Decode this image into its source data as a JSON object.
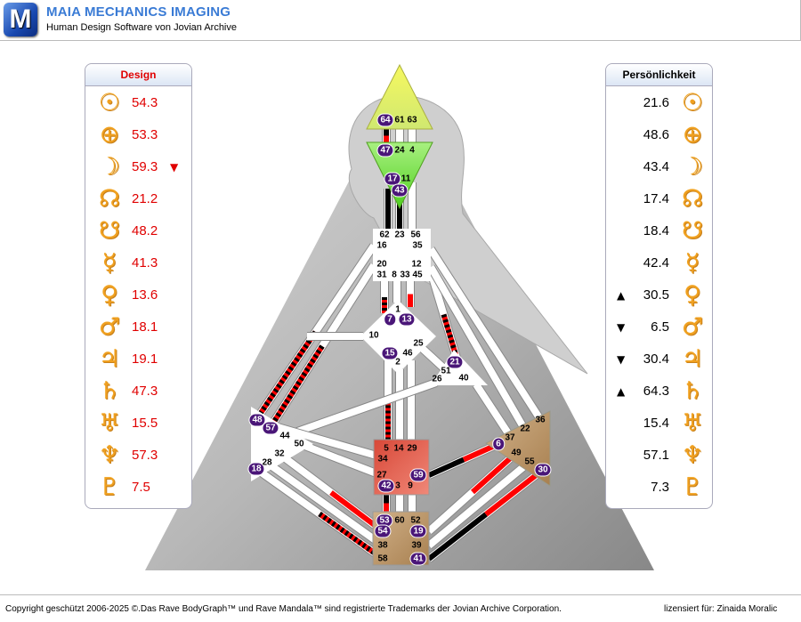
{
  "header": {
    "logo_letter": "M",
    "title": "MAIA MECHANICS IMAGING",
    "subtitle": "Human Design Software von Jovian Archive"
  },
  "design": {
    "title": "Design",
    "rows": [
      {
        "planet": "sun-icon",
        "glyph": "☉",
        "value": "54.3",
        "mark": ""
      },
      {
        "planet": "earth-icon",
        "glyph": "⊕",
        "value": "53.3",
        "mark": ""
      },
      {
        "planet": "moon-icon",
        "glyph": "☽",
        "value": "59.3",
        "mark": "▼"
      },
      {
        "planet": "north-node-icon",
        "glyph": "☊",
        "value": "21.2",
        "mark": ""
      },
      {
        "planet": "south-node-icon",
        "glyph": "☋",
        "value": "48.2",
        "mark": ""
      },
      {
        "planet": "mercury-icon",
        "glyph": "☿",
        "value": "41.3",
        "mark": ""
      },
      {
        "planet": "venus-icon",
        "glyph": "♀",
        "value": "13.6",
        "mark": ""
      },
      {
        "planet": "mars-icon",
        "glyph": "♂",
        "value": "18.1",
        "mark": ""
      },
      {
        "planet": "jupiter-icon",
        "glyph": "♃",
        "value": "19.1",
        "mark": ""
      },
      {
        "planet": "saturn-icon",
        "glyph": "♄",
        "value": "47.3",
        "mark": ""
      },
      {
        "planet": "uranus-icon",
        "glyph": "♅",
        "value": "15.5",
        "mark": ""
      },
      {
        "planet": "neptune-icon",
        "glyph": "♆",
        "value": "57.3",
        "mark": ""
      },
      {
        "planet": "pluto-icon",
        "glyph": "♇",
        "value": "7.5",
        "mark": ""
      }
    ]
  },
  "personality": {
    "title": "Persönlichkeit",
    "rows": [
      {
        "planet": "sun-icon",
        "glyph": "☉",
        "value": "21.6",
        "mark": ""
      },
      {
        "planet": "earth-icon",
        "glyph": "⊕",
        "value": "48.6",
        "mark": ""
      },
      {
        "planet": "moon-icon",
        "glyph": "☽",
        "value": "43.4",
        "mark": ""
      },
      {
        "planet": "north-node-icon",
        "glyph": "☊",
        "value": "17.4",
        "mark": ""
      },
      {
        "planet": "south-node-icon",
        "glyph": "☋",
        "value": "18.4",
        "mark": ""
      },
      {
        "planet": "mercury-icon",
        "glyph": "☿",
        "value": "42.4",
        "mark": ""
      },
      {
        "planet": "venus-icon",
        "glyph": "♀",
        "value": "30.5",
        "mark": "▲"
      },
      {
        "planet": "mars-icon",
        "glyph": "♂",
        "value": "6.5",
        "mark": "▼"
      },
      {
        "planet": "jupiter-icon",
        "glyph": "♃",
        "value": "30.4",
        "mark": "▼"
      },
      {
        "planet": "saturn-icon",
        "glyph": "♄",
        "value": "64.3",
        "mark": "▲"
      },
      {
        "planet": "uranus-icon",
        "glyph": "♅",
        "value": "15.4",
        "mark": ""
      },
      {
        "planet": "neptune-icon",
        "glyph": "♆",
        "value": "57.1",
        "mark": ""
      },
      {
        "planet": "pluto-icon",
        "glyph": "♇",
        "value": "7.3",
        "mark": ""
      }
    ]
  },
  "colors": {
    "design": "#ff0000",
    "personality": "#000000",
    "active_gate": "#4a1678",
    "head": "#e4f060",
    "ajna": "#70e040",
    "sacral": "#e05a4a",
    "solar_plexus": "#b8946a",
    "root": "#b8986a"
  },
  "gates": [
    {
      "n": "64",
      "active": true
    },
    {
      "n": "61",
      "active": false
    },
    {
      "n": "63",
      "active": false
    },
    {
      "n": "47",
      "active": true
    },
    {
      "n": "24",
      "active": false
    },
    {
      "n": "4",
      "active": false
    },
    {
      "n": "17",
      "active": true
    },
    {
      "n": "11",
      "active": false
    },
    {
      "n": "43",
      "active": true
    },
    {
      "n": "62",
      "active": false
    },
    {
      "n": "23",
      "active": false
    },
    {
      "n": "56",
      "active": false
    },
    {
      "n": "16",
      "active": false
    },
    {
      "n": "35",
      "active": false
    },
    {
      "n": "20",
      "active": false
    },
    {
      "n": "12",
      "active": false
    },
    {
      "n": "31",
      "active": false
    },
    {
      "n": "8",
      "active": false
    },
    {
      "n": "33",
      "active": false
    },
    {
      "n": "45",
      "active": false
    },
    {
      "n": "1",
      "active": false
    },
    {
      "n": "7",
      "active": true
    },
    {
      "n": "13",
      "active": true
    },
    {
      "n": "10",
      "active": false
    },
    {
      "n": "25",
      "active": false
    },
    {
      "n": "15",
      "active": true
    },
    {
      "n": "46",
      "active": false
    },
    {
      "n": "2",
      "active": false
    },
    {
      "n": "21",
      "active": true
    },
    {
      "n": "51",
      "active": false
    },
    {
      "n": "26",
      "active": false
    },
    {
      "n": "40",
      "active": false
    },
    {
      "n": "48",
      "active": true
    },
    {
      "n": "57",
      "active": true
    },
    {
      "n": "44",
      "active": false
    },
    {
      "n": "50",
      "active": false
    },
    {
      "n": "32",
      "active": false
    },
    {
      "n": "28",
      "active": false
    },
    {
      "n": "18",
      "active": true
    },
    {
      "n": "5",
      "active": false
    },
    {
      "n": "14",
      "active": false
    },
    {
      "n": "29",
      "active": false
    },
    {
      "n": "34",
      "active": false
    },
    {
      "n": "27",
      "active": false
    },
    {
      "n": "59",
      "active": true
    },
    {
      "n": "42",
      "active": true
    },
    {
      "n": "3",
      "active": false
    },
    {
      "n": "9",
      "active": false
    },
    {
      "n": "36",
      "active": false
    },
    {
      "n": "22",
      "active": false
    },
    {
      "n": "37",
      "active": false
    },
    {
      "n": "6",
      "active": true
    },
    {
      "n": "49",
      "active": false
    },
    {
      "n": "55",
      "active": false
    },
    {
      "n": "30",
      "active": true
    },
    {
      "n": "53",
      "active": true
    },
    {
      "n": "60",
      "active": false
    },
    {
      "n": "52",
      "active": false
    },
    {
      "n": "54",
      "active": true
    },
    {
      "n": "19",
      "active": true
    },
    {
      "n": "38",
      "active": false
    },
    {
      "n": "39",
      "active": false
    },
    {
      "n": "58",
      "active": false
    },
    {
      "n": "41",
      "active": true
    }
  ],
  "channels": [
    {
      "id": "64-47",
      "activation": "design-personality"
    },
    {
      "id": "61-24",
      "activation": "none"
    },
    {
      "id": "63-4",
      "activation": "none"
    },
    {
      "id": "17-62",
      "activation": "personality"
    },
    {
      "id": "43-23",
      "activation": "personality"
    },
    {
      "id": "11-56",
      "activation": "none"
    },
    {
      "id": "31-7",
      "activation": "both"
    },
    {
      "id": "8-1",
      "activation": "none"
    },
    {
      "id": "33-13",
      "activation": "design"
    },
    {
      "id": "45-21",
      "activation": "both"
    },
    {
      "id": "35-36",
      "activation": "none"
    },
    {
      "id": "12-22",
      "activation": "none"
    },
    {
      "id": "16-48",
      "activation": "both"
    },
    {
      "id": "20-57",
      "activation": "both"
    },
    {
      "id": "10-57",
      "activation": "none"
    },
    {
      "id": "15-5",
      "activation": "both"
    },
    {
      "id": "2-14",
      "activation": "none"
    },
    {
      "id": "46-29",
      "activation": "none"
    },
    {
      "id": "25-51",
      "activation": "none"
    },
    {
      "id": "26-44",
      "activation": "none"
    },
    {
      "id": "40-37",
      "activation": "none"
    },
    {
      "id": "50-27",
      "activation": "none"
    },
    {
      "id": "57-34",
      "activation": "none"
    },
    {
      "id": "18-58",
      "activation": "both"
    },
    {
      "id": "28-38",
      "activation": "none"
    },
    {
      "id": "32-54",
      "activation": "design"
    },
    {
      "id": "59-6",
      "activation": "design-personality"
    },
    {
      "id": "42-53",
      "activation": "design-personality"
    },
    {
      "id": "3-60",
      "activation": "none"
    },
    {
      "id": "9-52",
      "activation": "none"
    },
    {
      "id": "19-49",
      "activation": "design"
    },
    {
      "id": "39-55",
      "activation": "none"
    },
    {
      "id": "41-30",
      "activation": "design-personality"
    }
  ],
  "footer": {
    "copyright": "Copyright geschützt 2006-2025 ©.Das Rave BodyGraph™ und Rave Mandala™ sind registrierte Trademarks der Jovian Archive Corporation.",
    "license": "lizensiert für: Zinaida Moralic"
  }
}
